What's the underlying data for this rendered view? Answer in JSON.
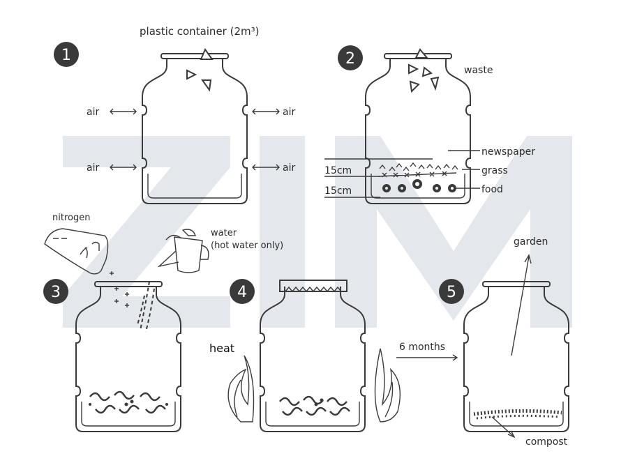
{
  "title": "plastic container (2m³)",
  "steps": [
    "1",
    "2",
    "3",
    "4",
    "5"
  ],
  "step1": {
    "air_labels": [
      "air",
      "air",
      "air",
      "air"
    ]
  },
  "step2": {
    "waste": "waste",
    "newspaper": "newspaper",
    "grass": "grass",
    "food": "food",
    "layer1": "15cm",
    "layer2": "15cm"
  },
  "step3": {
    "nitrogen": "nitrogen",
    "water": "water",
    "water_note": "(hot water only)"
  },
  "step4": {
    "heat": "heat"
  },
  "step5": {
    "duration": "6 months",
    "garden": "garden",
    "compost": "compost"
  },
  "watermark": "ZIM",
  "colors": {
    "ink": "#3a3a3a",
    "watermark": "#e4e7ec"
  }
}
